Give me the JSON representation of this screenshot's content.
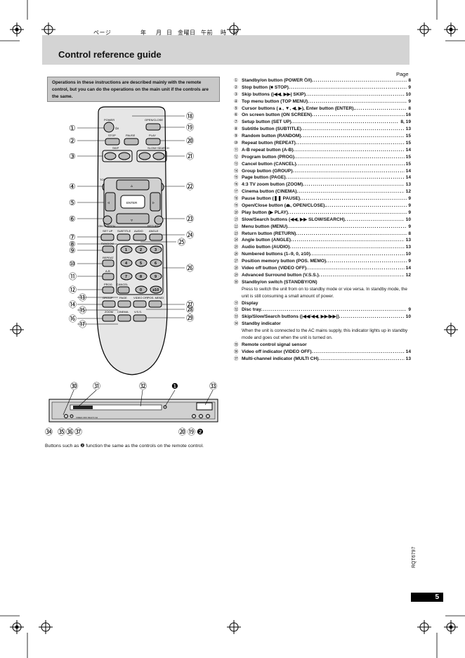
{
  "header": {
    "jp_text": [
      "ページ",
      "年",
      "月",
      "日",
      "金曜日",
      "午前",
      "時",
      "分"
    ],
    "title": "Control reference guide"
  },
  "note": "Operations in these instructions are described mainly with the remote control, but you can do the operations on the main unit if the controls are the same.",
  "index_header": "Page",
  "index": [
    {
      "n": "①",
      "label": "Standby/on button (POWER ⏻/I)",
      "page": "8"
    },
    {
      "n": "②",
      "label": "Stop button (■ STOP)",
      "page": "9"
    },
    {
      "n": "③",
      "label": "Skip buttons (|◀◀, ▶▶| SKIP)",
      "page": "10"
    },
    {
      "n": "④",
      "label": "Top menu button (TOP MENU)",
      "page": "9"
    },
    {
      "n": "⑤",
      "label": "Cursor buttons (▲, ▼, ◀, ▶), Enter button (ENTER).",
      "page": "8"
    },
    {
      "n": "⑥",
      "label": "On screen button (ON SCREEN)",
      "page": "16"
    },
    {
      "n": "⑦",
      "label": "Setup button (SET UP)",
      "page": "8, 19"
    },
    {
      "n": "⑧",
      "label": "Subtitle button (SUBTITLE)",
      "page": "13"
    },
    {
      "n": "⑨",
      "label": "Random button (RANDOM)",
      "page": "15"
    },
    {
      "n": "⑩",
      "label": "Repeat button (REPEAT)",
      "page": "15"
    },
    {
      "n": "⑪",
      "label": "A-B repeat button (A-B)",
      "page": "14"
    },
    {
      "n": "⑫",
      "label": "Program button (PROG)",
      "page": "15"
    },
    {
      "n": "⑬",
      "label": "Cancel button (CANCEL)",
      "page": "15"
    },
    {
      "n": "⑭",
      "label": "Group button (GROUP)",
      "page": "14"
    },
    {
      "n": "⑮",
      "label": "Page button (PAGE)",
      "page": "14"
    },
    {
      "n": "⑯",
      "label": "4:3 TV zoom button (ZOOM)",
      "page": "13"
    },
    {
      "n": "⑰",
      "label": "Cinema button (CINEMA)",
      "page": "12"
    },
    {
      "n": "⑱",
      "label": "Pause button (❚❚ PAUSE)",
      "page": "9"
    },
    {
      "n": "⑲",
      "label": "Open/Close button (⏏, OPEN/CLOSE).",
      "page": "9"
    },
    {
      "n": "⑳",
      "label": "Play button (▶ PLAY)",
      "page": "9"
    },
    {
      "n": "㉑",
      "label": "Slow/Search buttons (◀◀, ▶▶ SLOW/SEARCH)",
      "page": "10"
    },
    {
      "n": "㉒",
      "label": "Menu button (MENU)",
      "page": "9"
    },
    {
      "n": "㉓",
      "label": "Return button (RETURN)",
      "page": "8"
    },
    {
      "n": "㉔",
      "label": "Angle button (ANGLE)",
      "page": "13"
    },
    {
      "n": "㉕",
      "label": "Audio button (AUDIO)",
      "page": "13"
    },
    {
      "n": "㉖",
      "label": "Numbered buttons (1–9, 0, ≥10)",
      "page": "10"
    },
    {
      "n": "㉗",
      "label": "Position memory button (POS. MEMO)",
      "page": "9"
    },
    {
      "n": "㉘",
      "label": "Video off button (VIDEO OFF)",
      "page": "14"
    },
    {
      "n": "㉙",
      "label": "Advanced Surround button (V.S.S.)",
      "page": "12"
    },
    {
      "n": "㉚",
      "label": "Standby/on switch (STANDBY/ON)",
      "page": ""
    },
    {
      "n": "",
      "label": "",
      "page": "",
      "desc": "Press to switch the unit from on to standby mode or vice versa. In standby mode, the unit is still consuming a small amount of power."
    },
    {
      "n": "㉛",
      "label": "Display",
      "page": ""
    },
    {
      "n": "㉜",
      "label": "Disc tray",
      "page": "9"
    },
    {
      "n": "㉝",
      "label": "Skip/Slow/Search buttons (|◀◀/◀◀, ▶▶/▶▶|)",
      "page": "10"
    },
    {
      "n": "㉞",
      "label": "Standby indicator",
      "page": ""
    },
    {
      "n": "",
      "label": "",
      "page": "",
      "desc": "When the unit is connected to the AC mains supply, this indicator lights up in standby mode and goes out when the unit is turned on."
    },
    {
      "n": "㉟",
      "label": "Remote control signal sensor",
      "page": ""
    },
    {
      "n": "㊱",
      "label": "Video off indicator (VIDEO OFF)",
      "page": "14"
    },
    {
      "n": "㊲",
      "label": "Multi-channel indicator (MULTI CH)",
      "page": "13"
    }
  ],
  "remote": {
    "labels": {
      "power": "POWER",
      "power_sym": "⏻/I",
      "open_close": "OPEN/CLOSE",
      "stop": "STOP",
      "pause": "PAUSE",
      "play": "PLAY",
      "skip": "SKIP",
      "slow_search": "SLOW/\nSEARCH",
      "top_menu": "TOP MENU",
      "menu": "MENU",
      "enter": "ENTER",
      "on_screen": "ON SCREEN",
      "return": "RETURN",
      "set_up": "SET UP",
      "subtitle": "SUBTITLE",
      "audio": "AUDIO",
      "angle": "ANGLE",
      "random": "RANDOM",
      "repeat": "REPEAT",
      "ab": "A-B",
      "prog": "PROG",
      "cancel": "CANCEL",
      "group": "GROUP",
      "page": "PAGE",
      "video_off": "VIDEO OFF",
      "pos_memo": "POS. MEMO",
      "zoom": "ZOOM",
      "cinema": "CINEMA",
      "vss": "V.S.S.",
      "numbers": [
        "1",
        "2",
        "3",
        "4",
        "5",
        "6",
        "7",
        "8",
        "9",
        "0",
        "≥10"
      ]
    },
    "callouts_left": [
      "①",
      "②",
      "③",
      "④",
      "⑤",
      "⑥",
      "⑦",
      "⑧",
      "⑨",
      "⑩",
      "⑪",
      "⑫",
      "⑬",
      "⑭",
      "⑮",
      "⑯",
      "⑰"
    ],
    "callouts_right": [
      "⑱",
      "⑲",
      "⑳",
      "㉑",
      "㉒",
      "㉓",
      "㉕",
      "㉔",
      "㉖",
      "㉗",
      "㉘",
      "㉙"
    ]
  },
  "unit": {
    "callouts_top": [
      "㉚",
      "㉛",
      "㉜",
      "❶",
      "㉝"
    ],
    "callouts_bottom_left": [
      "㉞",
      "㉟",
      "㊱",
      "㊲"
    ],
    "callouts_bottom_right": [
      "⑳",
      "⑲",
      "❷"
    ]
  },
  "caption": "Buttons such as ❷ function the same as the controls on the remote control.",
  "footer": {
    "code": "RQT6797",
    "page_number": "5"
  }
}
